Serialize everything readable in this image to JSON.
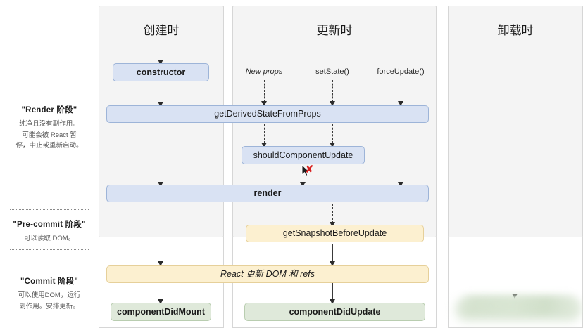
{
  "diagram": {
    "title": "React Component Lifecycle",
    "colors": {
      "blue_fill": "#d9e2f3",
      "blue_border": "#9db4d8",
      "yellow_fill": "#fcf0d0",
      "yellow_border": "#e6d09a",
      "green_fill": "#dfe9da",
      "green_border": "#b9cdb0",
      "column_fill": "#f4f4f4",
      "column_border": "#d6d6d6",
      "error_mark": "#d81f1f"
    }
  },
  "phases": [
    {
      "title": "\"Render 阶段\"",
      "desc_lines": [
        "纯净且没有副作用。",
        "可能会被 React 暂",
        "停，中止或重新启动。"
      ]
    },
    {
      "title": "\"Pre-commit 阶段\"",
      "desc_lines": [
        "可以读取 DOM。"
      ]
    },
    {
      "title": "\"Commit 阶段\"",
      "desc_lines": [
        "可以使用DOM，运行",
        "副作用。安排更新。"
      ]
    }
  ],
  "columns": [
    {
      "header": "创建时"
    },
    {
      "header": "更新时"
    },
    {
      "header": "卸载时"
    }
  ],
  "triggers": [
    {
      "label": "New props",
      "italic": true
    },
    {
      "label": "setState()",
      "italic": false
    },
    {
      "label": "forceUpdate()",
      "italic": false
    }
  ],
  "boxes": {
    "constructor": "constructor",
    "get_derived_state_from_props": "getDerivedStateFromProps",
    "should_component_update": "shouldComponentUpdate",
    "render": "render",
    "get_snapshot_before_update": "getSnapshotBeforeUpdate",
    "react_updates_dom": "React 更新 DOM 和 refs",
    "component_did_mount": "componentDidMount",
    "component_did_update": "componentDidUpdate",
    "component_will_unmount": ""
  },
  "markers": {
    "skip_render_x": "✘"
  }
}
